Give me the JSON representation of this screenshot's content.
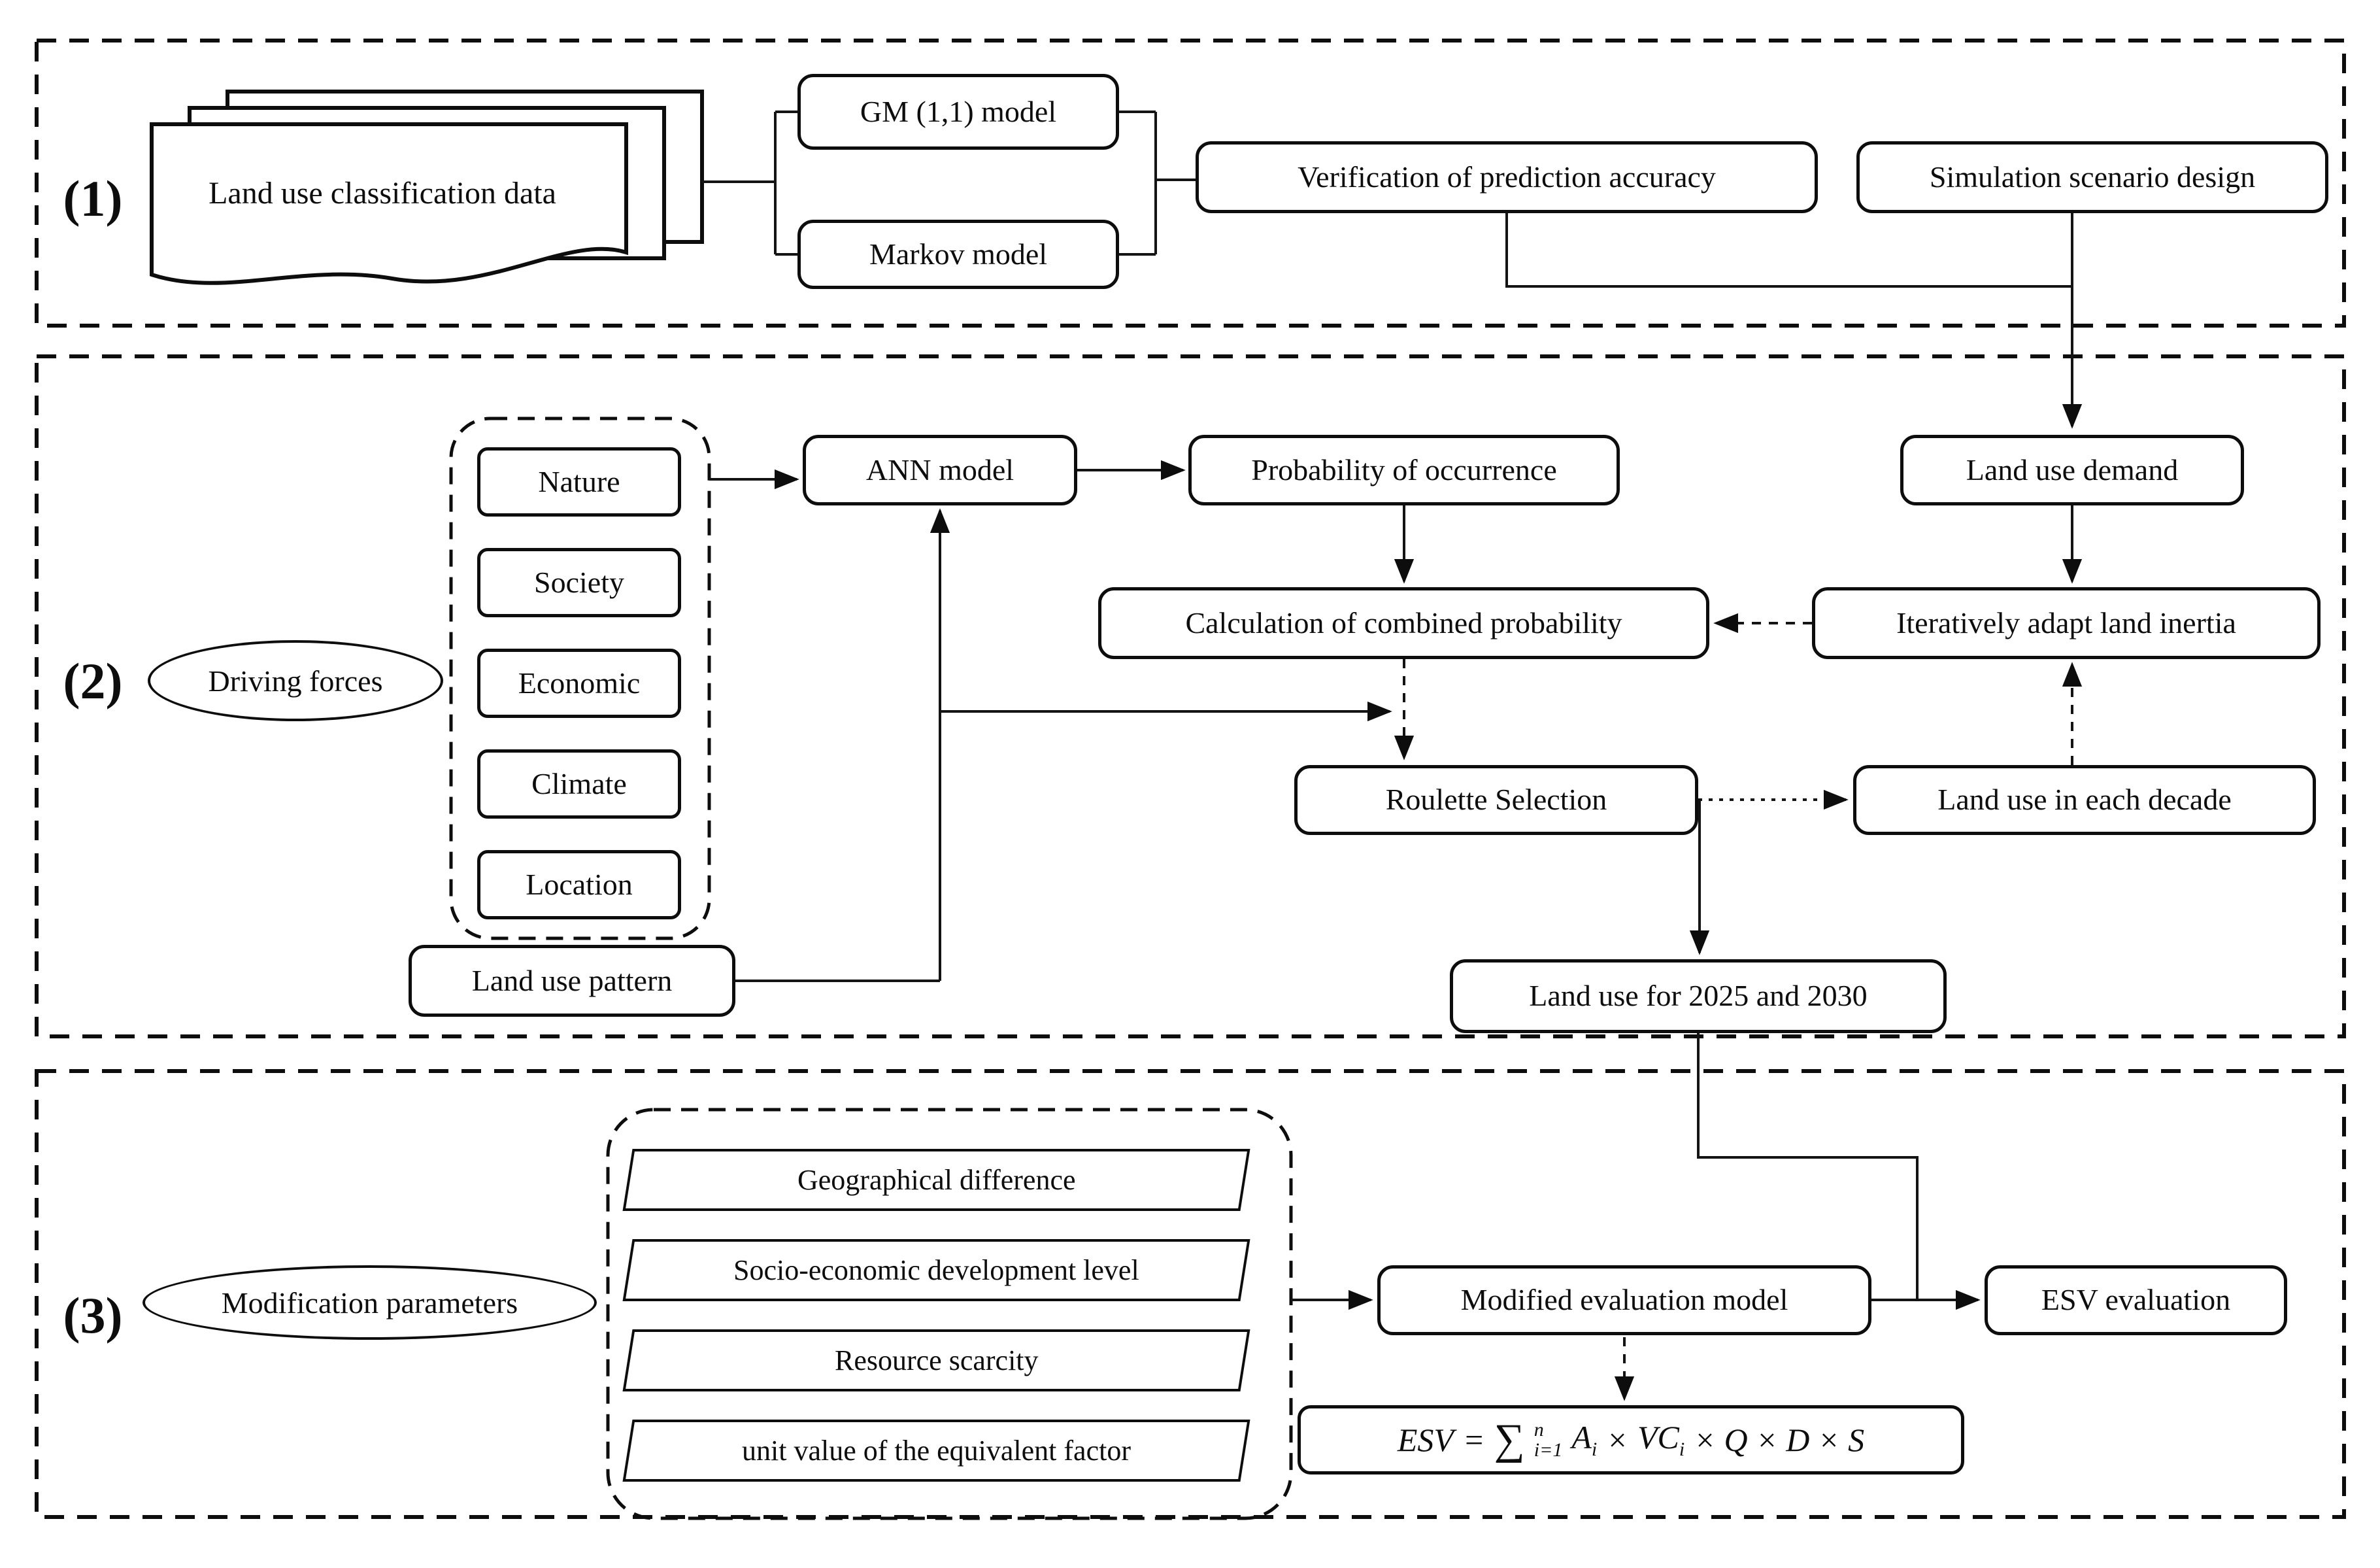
{
  "colors": {
    "ink": "#0d0d0d",
    "background": "#ffffff"
  },
  "sections": {
    "s1": {
      "label": "(1)",
      "doc_stack": "Land use classification data",
      "gm_model": "GM (1,1) model",
      "markov_model": "Markov model",
      "verification": "Verification of prediction accuracy",
      "scenario": "Simulation scenario design"
    },
    "s2": {
      "label": "(2)",
      "driving_forces": "Driving forces",
      "forces": [
        "Nature",
        "Society",
        "Economic",
        "Climate",
        "Location"
      ],
      "ann_model": "ANN model",
      "probability": "Probability of occurrence",
      "land_use_demand": "Land use demand",
      "combined_probability": "Calculation of combined probability",
      "land_inertia": "Iteratively adapt land inertia",
      "roulette": "Roulette Selection",
      "decade": "Land use in each decade",
      "pattern": "Land use pattern",
      "future": "Land use for 2025 and 2030"
    },
    "s3": {
      "label": "(3)",
      "modification_parameters": "Modification parameters",
      "params": [
        "Geographical difference",
        "Socio-economic development level",
        "Resource scarcity",
        "unit value of the equivalent factor"
      ],
      "modified_model": "Modified evaluation model",
      "esv_evaluation": "ESV evaluation",
      "formula": {
        "lhs": "ESV",
        "equals": "=",
        "sigma": "∑",
        "upper": "n",
        "lower": "i=1",
        "a": "A",
        "a_sub": "i",
        "times": "×",
        "vc": "VC",
        "vc_sub": "i",
        "tail": "× Q × D × S"
      }
    }
  }
}
